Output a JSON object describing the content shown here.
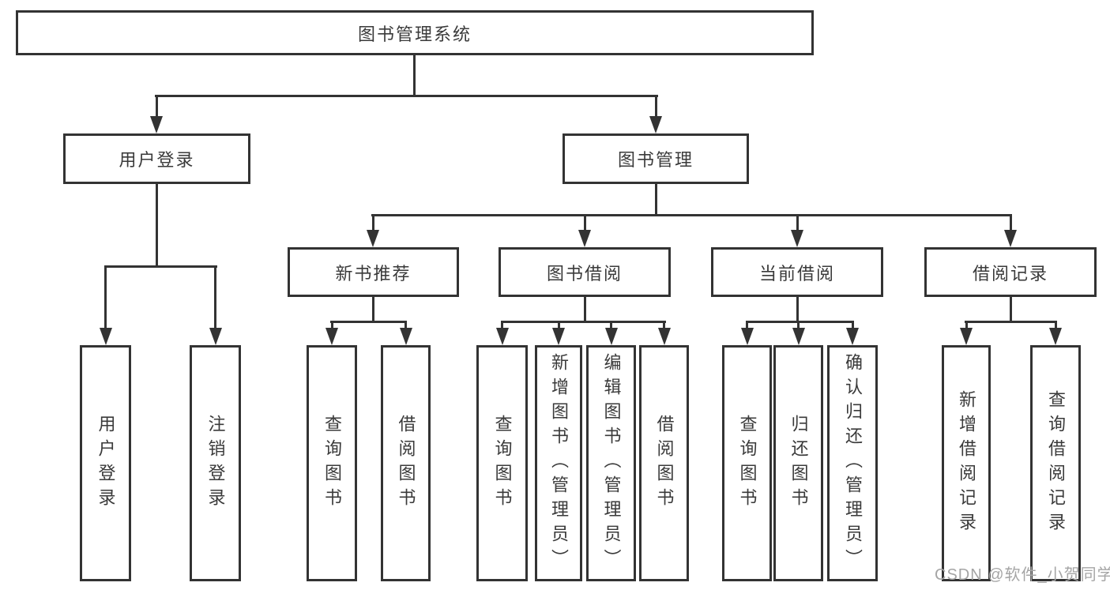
{
  "diagram": {
    "root": {
      "label": "图书管理系统"
    },
    "branches": [
      {
        "label": "用户登录",
        "children": [
          {
            "label": "用户登录"
          },
          {
            "label": "注销登录"
          }
        ]
      },
      {
        "label": "图书管理",
        "children": [
          {
            "label": "新书推荐",
            "children": [
              {
                "label": "查询图书"
              },
              {
                "label": "借阅图书"
              }
            ]
          },
          {
            "label": "图书借阅",
            "children": [
              {
                "label": "查询图书"
              },
              {
                "label": "新增图书（管理员）"
              },
              {
                "label": "编辑图书（管理员）"
              },
              {
                "label": "借阅图书"
              }
            ]
          },
          {
            "label": "当前借阅",
            "children": [
              {
                "label": "查询图书"
              },
              {
                "label": "归还图书"
              },
              {
                "label": "确认归还（管理员）"
              }
            ]
          },
          {
            "label": "借阅记录",
            "children": [
              {
                "label": "新增借阅记录"
              },
              {
                "label": "查询借阅记录"
              }
            ]
          }
        ]
      }
    ]
  },
  "watermark": "CSDN @软件_小贺同学",
  "colors": {
    "line": "#333333",
    "box_border": "#333333",
    "text": "#3a3a3a",
    "watermark": "#a5a5a5",
    "background": "#ffffff"
  }
}
